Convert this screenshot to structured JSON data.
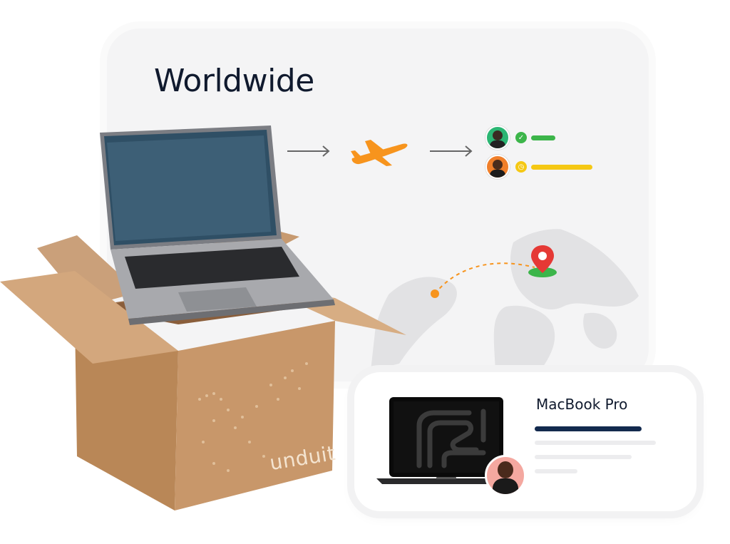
{
  "title": "Worldwide",
  "brand": "unduit",
  "product": {
    "name": "MacBook Pro"
  },
  "icons": {
    "arrow": "arrow-right-icon",
    "plane": "airplane-icon",
    "pin": "location-pin-icon",
    "check": "check-icon",
    "clock": "clock-icon"
  },
  "users": [
    {
      "status": "delivered",
      "status_color": "#3cb54a",
      "avatar_color": "#2bb673"
    },
    {
      "status": "pending",
      "status_color": "#f5c814",
      "avatar_color": "#f07f2a"
    }
  ],
  "colors": {
    "accent_orange": "#f7941d",
    "pin_red": "#e53935",
    "pin_base_green": "#3cb54a",
    "navy": "#101a2e",
    "box_brown": "#c08a5a"
  }
}
